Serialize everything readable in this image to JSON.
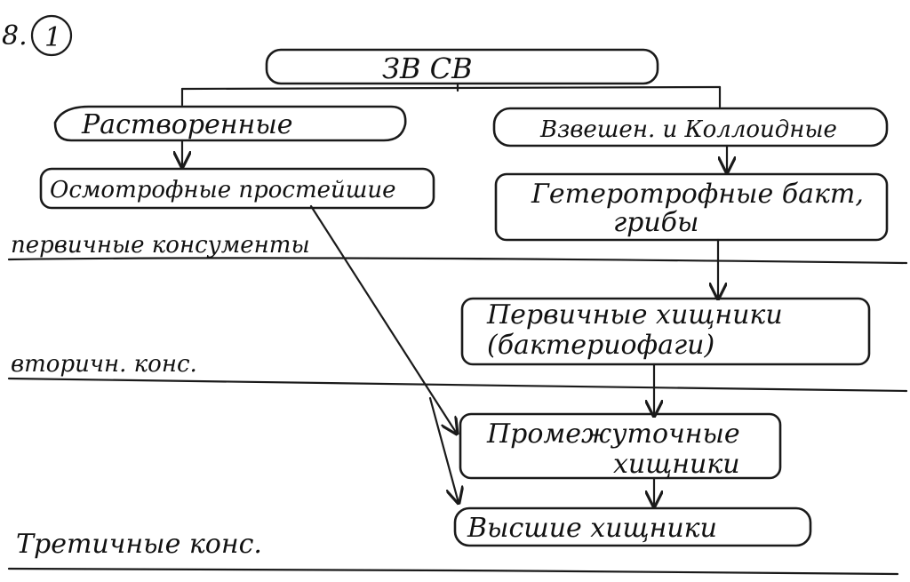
{
  "corner": {
    "number": "8.",
    "circled": "1"
  },
  "nodes": {
    "root": "ЗВ   СВ",
    "dissolved": "Растворенные",
    "suspended": "Взвешен. и Коллоидные",
    "osmotrophs": "Осмотрофные   простейшие",
    "heterotrophs_line1": "Гетеротрофные   бакт,",
    "heterotrophs_line2": "грибы",
    "primary_predators_line1": "Первичные   хищники",
    "primary_predators_line2": "(бактериофаги)",
    "intermediate_predators_line1": "Промежуточные",
    "intermediate_predators_line2": "хищники",
    "higher_predators": "Высшие   хищники"
  },
  "levels": {
    "primary": "первичные   консументы",
    "secondary": "вторичн. конс.",
    "tertiary": "Третичные   конс."
  }
}
